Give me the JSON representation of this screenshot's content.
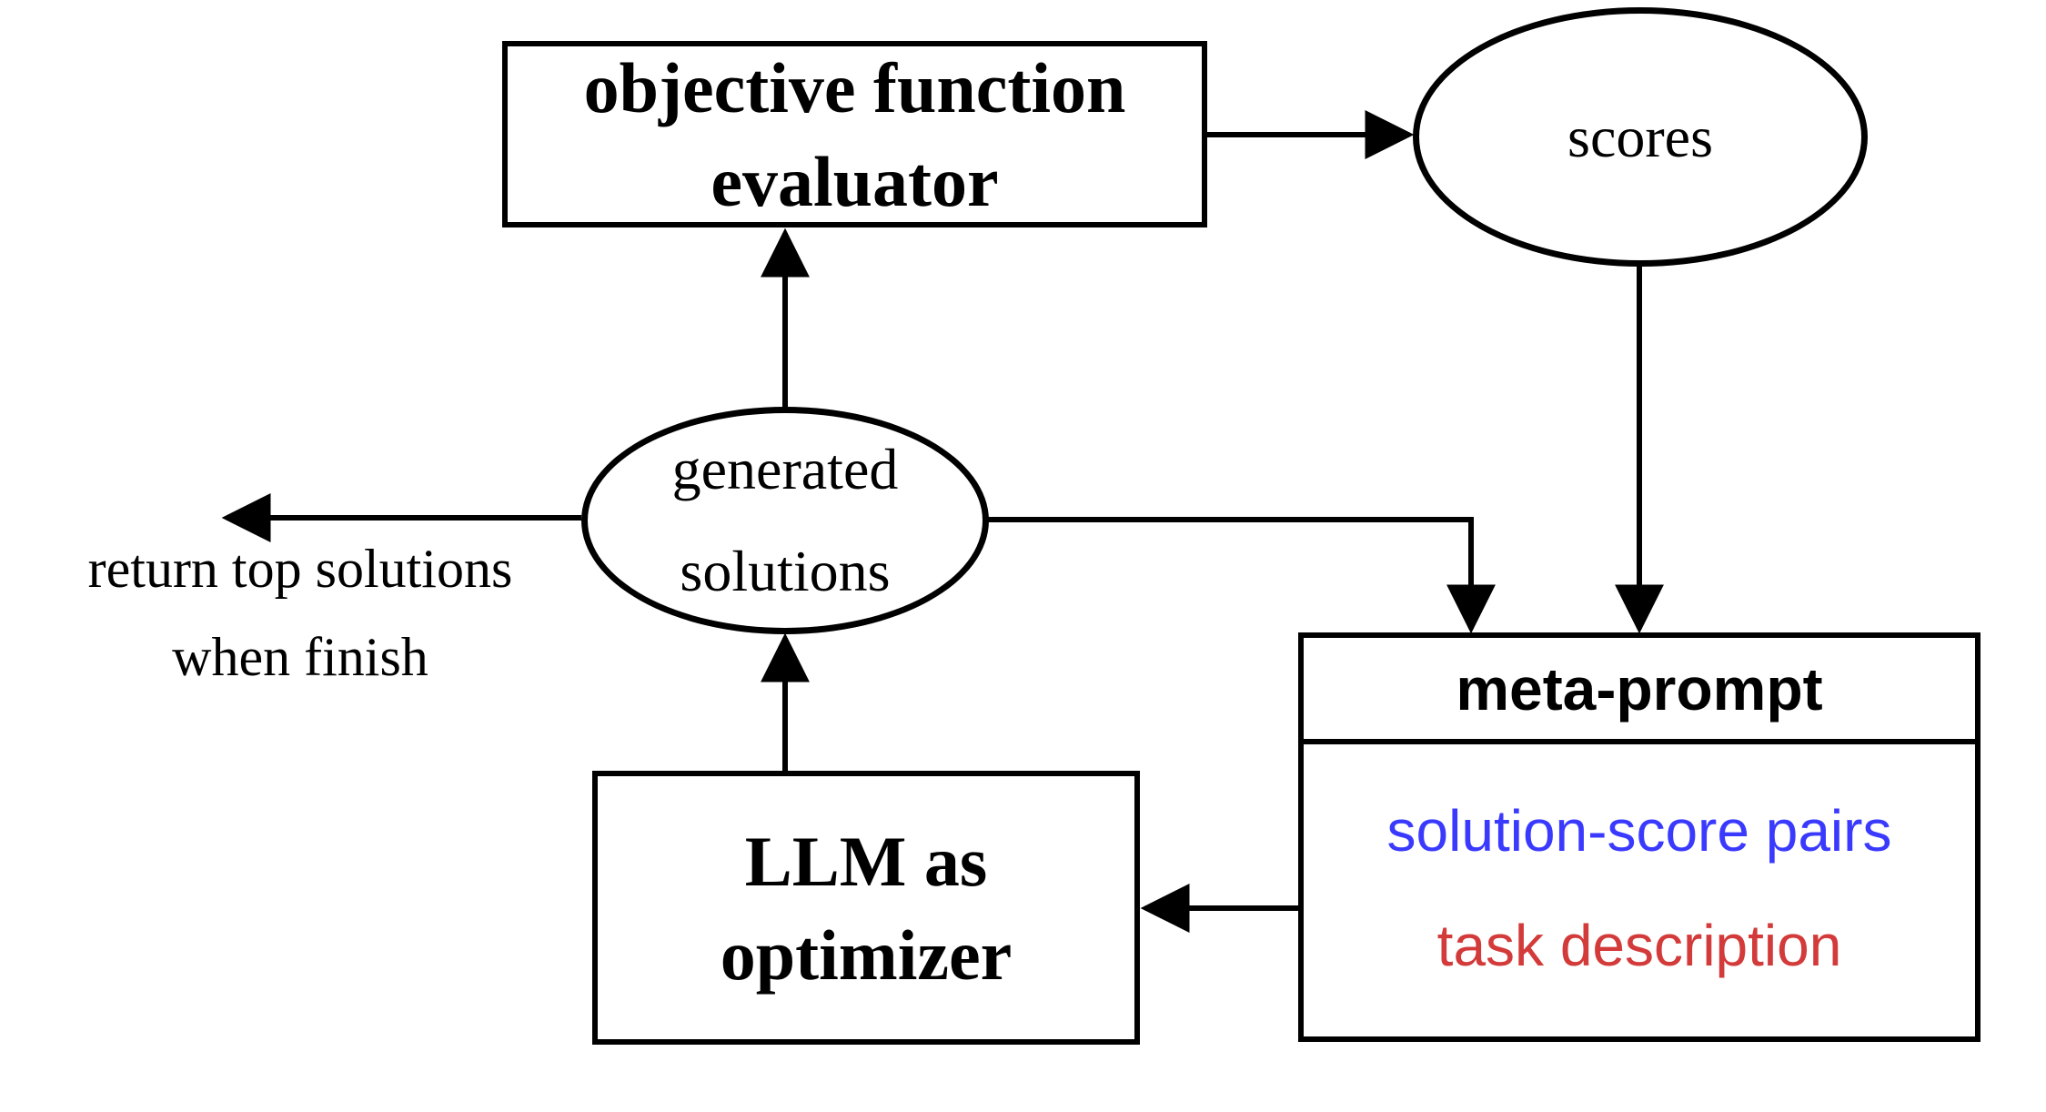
{
  "nodes": {
    "evaluator": {
      "shape": "rect",
      "label": "objective function\nevaluator"
    },
    "scores": {
      "shape": "ellipse",
      "label": "scores"
    },
    "generated_solutions": {
      "shape": "ellipse",
      "label": "generated\nsolutions"
    },
    "llm_optimizer": {
      "shape": "rect",
      "label": "LLM as\noptimizer"
    },
    "meta_prompt": {
      "shape": "rect",
      "title": "meta-prompt",
      "items": [
        {
          "label": "solution-score pairs",
          "color": "#3a3aff"
        },
        {
          "label": "task description",
          "color": "#d33a3a"
        }
      ]
    }
  },
  "annotations": {
    "return_note": "return top solutions\nwhen finish"
  },
  "edges": [
    {
      "from": "evaluator",
      "to": "scores"
    },
    {
      "from": "generated_solutions",
      "to": "evaluator"
    },
    {
      "from": "generated_solutions",
      "to": "return_note"
    },
    {
      "from": "generated_solutions",
      "to": "meta_prompt"
    },
    {
      "from": "scores",
      "to": "meta_prompt"
    },
    {
      "from": "meta_prompt",
      "to": "llm_optimizer"
    },
    {
      "from": "llm_optimizer",
      "to": "generated_solutions"
    }
  ],
  "colors": {
    "background": "#ffffff",
    "line": "#000000",
    "solution_score_pairs": "#3a3aff",
    "task_description": "#d33a3a"
  }
}
